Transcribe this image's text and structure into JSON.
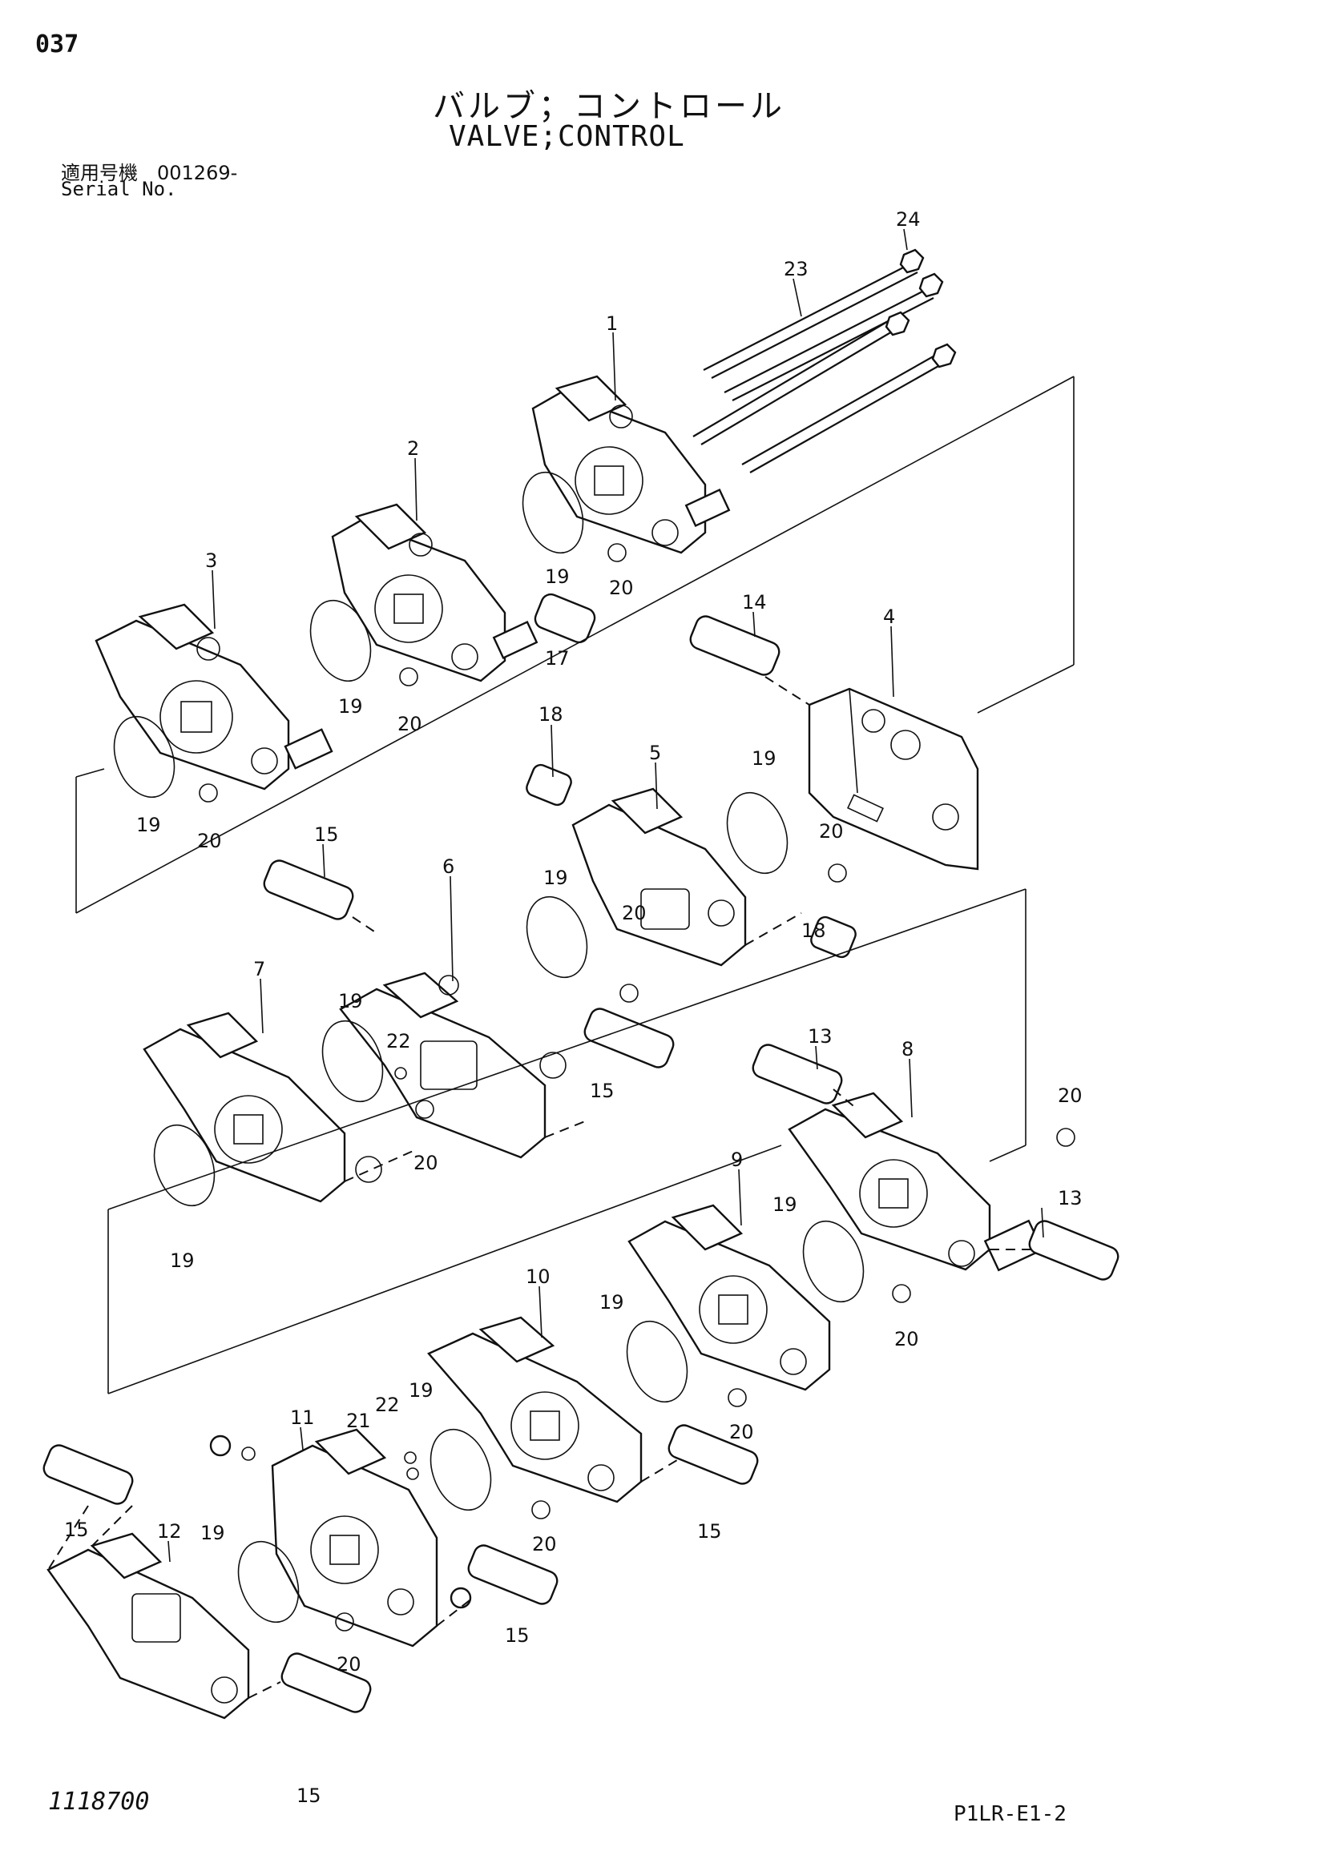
{
  "header": {
    "page_number": "037",
    "title_jp": "バルブ；コントロール",
    "title_en": "VALVE;CONTROL",
    "serial_label_jp": "適用号機　001269-",
    "serial_label_en": "Serial No."
  },
  "footer": {
    "figure_id": "1118700",
    "page_code": "P1LR-E1-2"
  },
  "parts": {
    "p1": "1",
    "p2": "2",
    "p3": "3",
    "p4": "4",
    "p5": "5",
    "p6": "6",
    "p7": "7",
    "p8": "8",
    "p9": "9",
    "p10": "10",
    "p11": "11",
    "p12": "12",
    "p13": "13",
    "p14": "14",
    "p15": "15",
    "p17": "17",
    "p18": "18",
    "p19": "19",
    "p20": "20",
    "p21": "21",
    "p22": "22",
    "p23": "23",
    "p24": "24"
  }
}
